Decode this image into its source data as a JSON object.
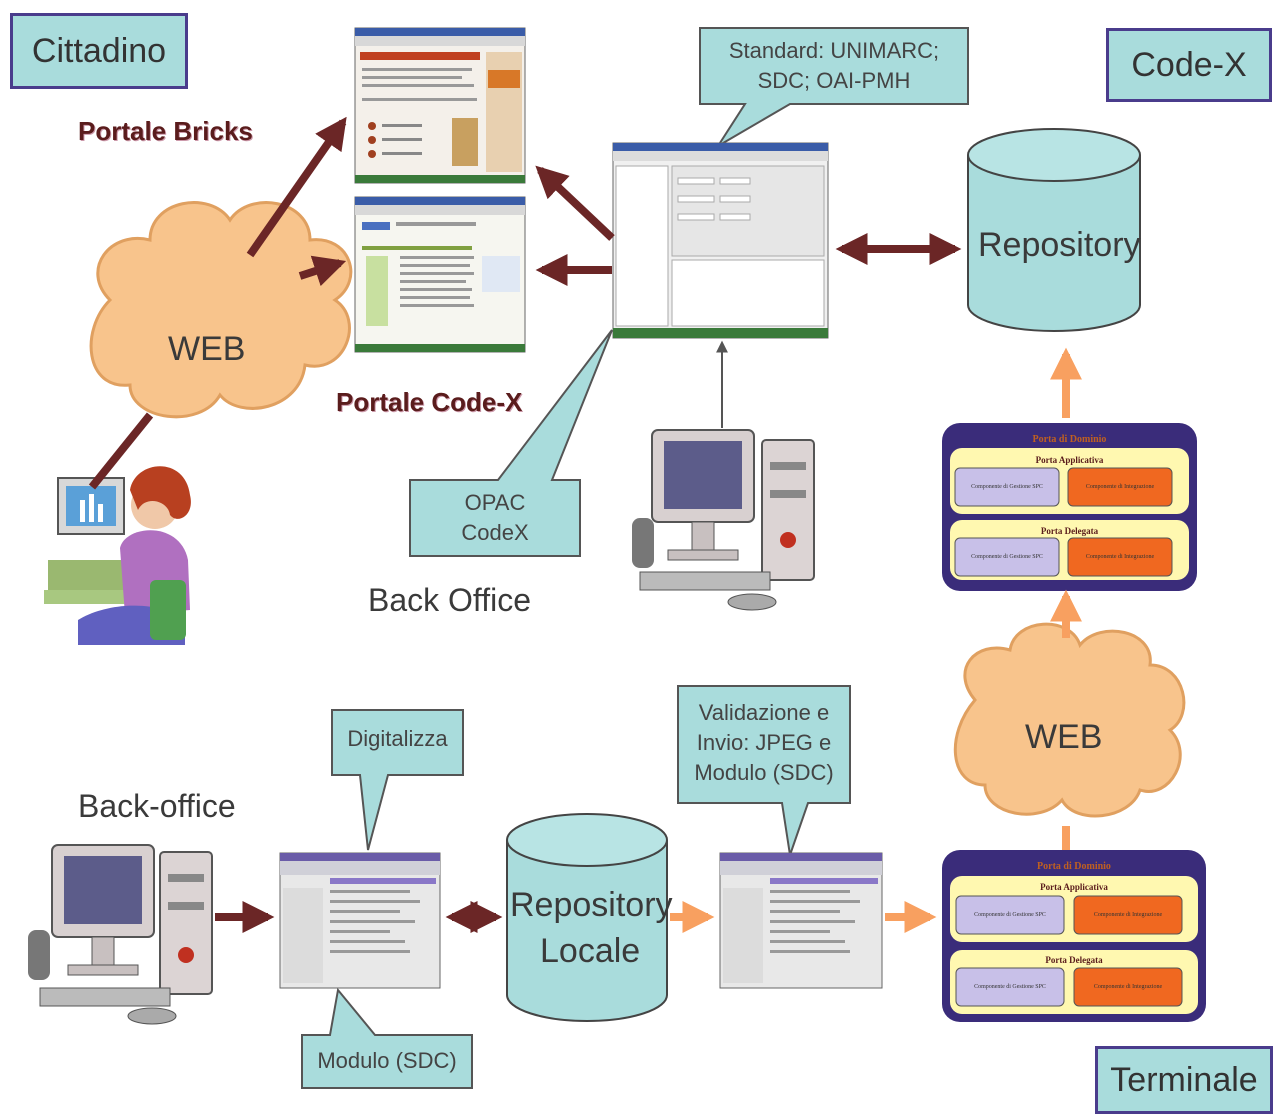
{
  "labels": {
    "cittadino": "Cittadino",
    "code_x": "Code-X",
    "terminale": "Terminale",
    "portale_bricks": "Portale Bricks",
    "portale_codex": "Portale Code-X",
    "back_office": "Back Office",
    "back_office_lower": "Back-office",
    "web_top": "WEB",
    "web_right": "WEB",
    "repository": "Repository",
    "repository_locale_1": "Repository",
    "repository_locale_2": "Locale"
  },
  "callouts": {
    "standard_1": "Standard: UNIMARC;",
    "standard_2": "SDC; OAI-PMH",
    "opac_1": "OPAC",
    "opac_2": "CodeX",
    "digitalizza": "Digitalizza",
    "validazione_1": "Validazione e",
    "validazione_2": "Invio: JPEG e",
    "validazione_3": "Modulo (SDC)",
    "modulo": "Modulo (SDC)"
  },
  "porta_dominio": {
    "title": "Porta di Dominio",
    "applicativa": "Porta Applicativa",
    "delegata": "Porta Delegata",
    "gestione": "Componente di Gestione SPC",
    "integrazione": "Componente di Integrazione"
  },
  "colors": {
    "callout_fill": "#a9dcdc",
    "box_border": "#4a3c8c",
    "cloud_fill": "#f8c48c",
    "cylinder_fill": "#a9dcdc",
    "arrow_dark": "#6b2626",
    "arrow_orange": "#f8a060",
    "porta_bg": "#3a2c7a",
    "porta_inner": "#fff8b0",
    "gestione_fill": "#c8c0e8",
    "integrazione_fill": "#f06820"
  }
}
